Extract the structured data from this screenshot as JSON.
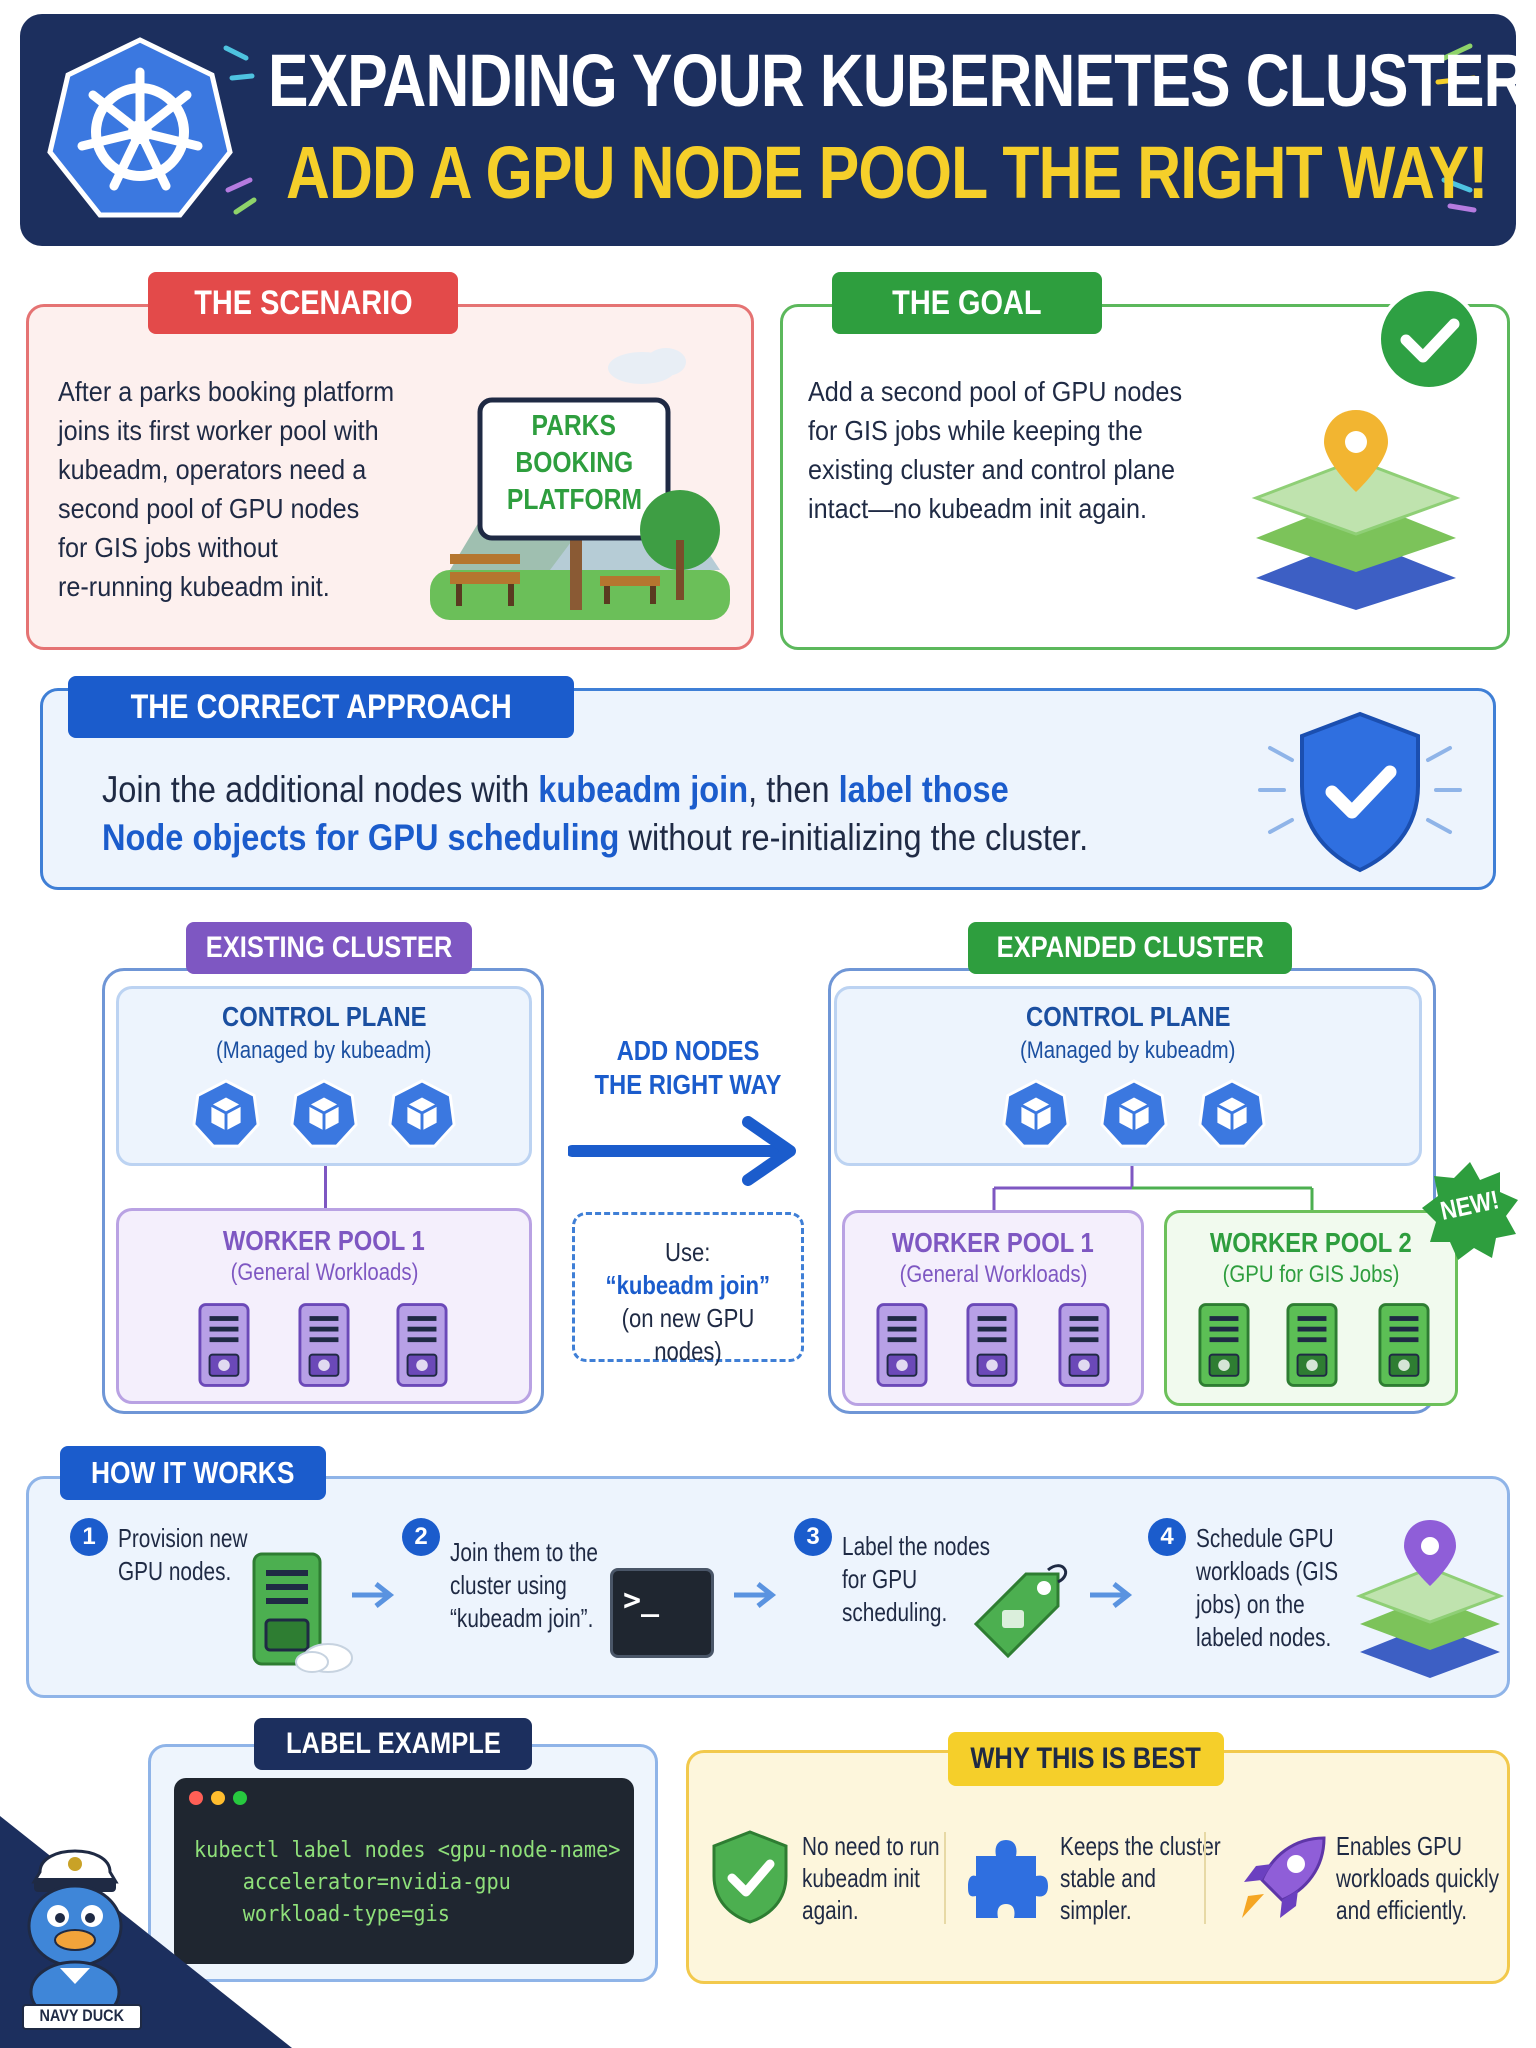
{
  "header": {
    "title_line1": "EXPANDING YOUR KUBERNETES CLUSTER",
    "title_line2": "ADD A GPU NODE POOL THE RIGHT WAY!"
  },
  "scenario": {
    "tag": "THE SCENARIO",
    "text": [
      "After a parks booking platform",
      "joins its first worker pool with",
      "kubeadm, operators need a",
      "second pool of GPU nodes",
      "for GIS jobs without",
      "re-running kubeadm init."
    ],
    "sign": [
      "PARKS",
      "BOOKING",
      "PLATFORM"
    ]
  },
  "goal": {
    "tag": "THE GOAL",
    "text": [
      "Add a second pool of GPU nodes",
      "for GIS jobs while keeping the",
      "existing cluster and control plane",
      "intact—no kubeadm init again."
    ]
  },
  "approach": {
    "tag": "THE CORRECT APPROACH",
    "line1_a": "Join the additional nodes with ",
    "line1_b": "kubeadm join",
    "line1_c": ", then ",
    "line1_d": "label those",
    "line2_a": "Node objects for GPU scheduling",
    "line2_b": " without re-initializing the cluster."
  },
  "existing": {
    "tag": "EXISTING CLUSTER",
    "control_title": "CONTROL PLANE",
    "control_sub": "(Managed by kubeadm)",
    "worker_title": "WORKER POOL 1",
    "worker_sub": "(General Workloads)"
  },
  "middle": {
    "arrow_label_1": "ADD NODES",
    "arrow_label_2": "THE RIGHT WAY",
    "use_label": "Use:",
    "use_cmd": "“kubeadm join”",
    "use_note": "(on new GPU nodes)"
  },
  "expanded": {
    "tag": "EXPANDED CLUSTER",
    "control_title": "CONTROL PLANE",
    "control_sub": "(Managed by kubeadm)",
    "worker1_title": "WORKER POOL 1",
    "worker1_sub": "(General Workloads)",
    "worker2_title": "WORKER POOL 2",
    "worker2_sub": "(GPU for GIS Jobs)",
    "new_badge": "NEW!"
  },
  "how": {
    "tag": "HOW IT WORKS",
    "steps": [
      {
        "num": "1",
        "lines": [
          "Provision new",
          "GPU nodes."
        ]
      },
      {
        "num": "2",
        "lines": [
          "Join them to the",
          "cluster using",
          "“kubeadm join”."
        ]
      },
      {
        "num": "3",
        "lines": [
          "Label the nodes",
          "for GPU",
          "scheduling."
        ]
      },
      {
        "num": "4",
        "lines": [
          "Schedule GPU",
          "workloads (GIS",
          "jobs) on the",
          "labeled nodes."
        ]
      }
    ],
    "prompt": ">_"
  },
  "label_example": {
    "tag": "LABEL EXAMPLE",
    "code": [
      "kubectl label nodes <gpu-node-name>",
      "    accelerator=nvidia-gpu",
      "    workload-type=gis"
    ]
  },
  "why": {
    "tag": "WHY THIS IS BEST",
    "items": [
      {
        "lines": [
          "No need to run",
          "kubeadm init",
          "again."
        ]
      },
      {
        "lines": [
          "Keeps the cluster",
          "stable and",
          "simpler."
        ]
      },
      {
        "lines": [
          "Enables GPU",
          "workloads quickly",
          "and efficiently."
        ]
      }
    ]
  },
  "mascot": {
    "name": "NAVY DUCK"
  },
  "colors": {
    "navy": "#1c2f5e",
    "yellow": "#f5cf2a",
    "red": "#e34a4a",
    "green": "#2e9e3e",
    "blue": "#1b5ccc",
    "purple": "#7e57c2"
  }
}
